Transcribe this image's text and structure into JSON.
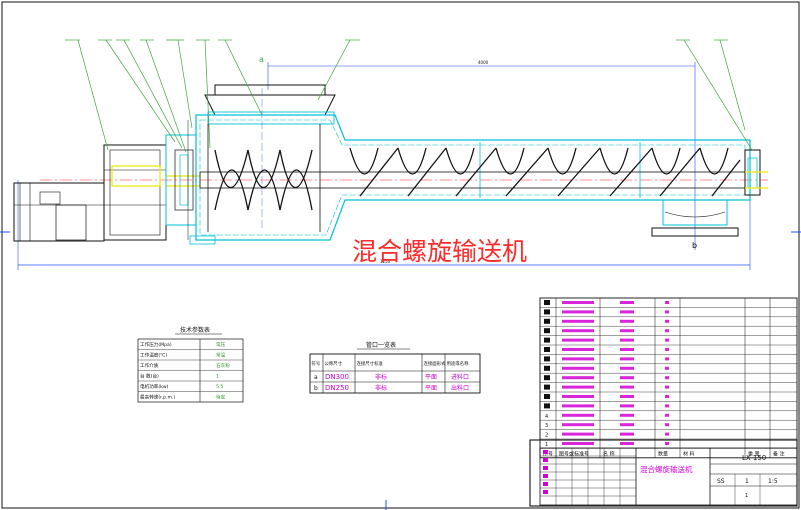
{
  "drawing_title": "混合螺旋输送机",
  "colors": {
    "machine_cyan": "#00c0d8",
    "line_blue": "#2050ff",
    "leader_green": "#3ea43e",
    "label_magenta": "#d400d4",
    "yellow_shaft": "#e8e800",
    "red_mark": "#ff2020",
    "outline_black": "#111111"
  },
  "tech_params": {
    "title": "技术参数表",
    "rows": [
      {
        "label": "工作压力(Mpa)",
        "value": "常压"
      },
      {
        "label": "工作温度(℃)",
        "value": "常温"
      },
      {
        "label": "工作介质",
        "value": "石灰粉"
      },
      {
        "label": "台    数(台)",
        "value": "1"
      },
      {
        "label": "电机功率(kw)",
        "value": "5.5"
      },
      {
        "label": "最高转速(r.p.m.)",
        "value": "待定"
      }
    ]
  },
  "nozzle_table": {
    "title": "管口一览表",
    "headers": [
      "符号",
      "公称尺寸",
      "连接尺寸标准",
      "连接面形式",
      "用途或名称"
    ],
    "rows": [
      {
        "symbol": "a",
        "size": "DN300",
        "standard": "非标",
        "face": "平面",
        "purpose": "进料口"
      },
      {
        "symbol": "b",
        "size": "DN250",
        "standard": "非标",
        "face": "平面",
        "purpose": "出料口"
      }
    ]
  },
  "parts_list": {
    "headers": {
      "no": "序号",
      "code": "图号或标准号",
      "name": "名  称",
      "qty": "数量",
      "material": "材  料",
      "weight": "重  量",
      "note": "备  注"
    },
    "numbers": [
      "",
      "",
      "",
      "",
      "",
      "",
      "",
      "",
      "",
      "",
      "",
      "",
      "4",
      "3",
      "2",
      "1"
    ]
  },
  "title_block": {
    "drawing_name": "混合螺旋输送机",
    "drawing_no": "LX-150",
    "scale": "1:5",
    "sheet": "1",
    "sheets": "1",
    "material": "SS"
  },
  "dimensions": {
    "nozzle_a": "a",
    "nozzle_b": "b"
  }
}
